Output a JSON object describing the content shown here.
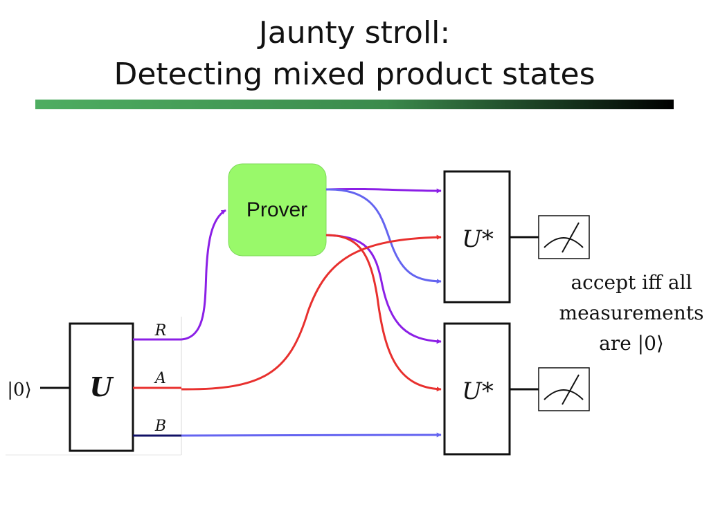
{
  "slide": {
    "title_line1": "Jaunty stroll:",
    "title_line2": "Detecting mixed product states"
  },
  "diagram": {
    "input_state": "|0⟩",
    "unitary_label": "U",
    "register_labels": [
      "R",
      "A",
      "B"
    ],
    "prover_label": "Prover",
    "conjugate_unitary_label": "U*",
    "accept_text_lines": [
      "accept iff all",
      "measurements",
      "are |0⟩"
    ],
    "colors": {
      "register_R": "#8b1fe6",
      "register_A": "#e8302e",
      "register_B": "#6464f0",
      "prover_fill": "#99f96a",
      "title_rule_start": "#4ead61",
      "title_rule_end": "#000000"
    }
  }
}
